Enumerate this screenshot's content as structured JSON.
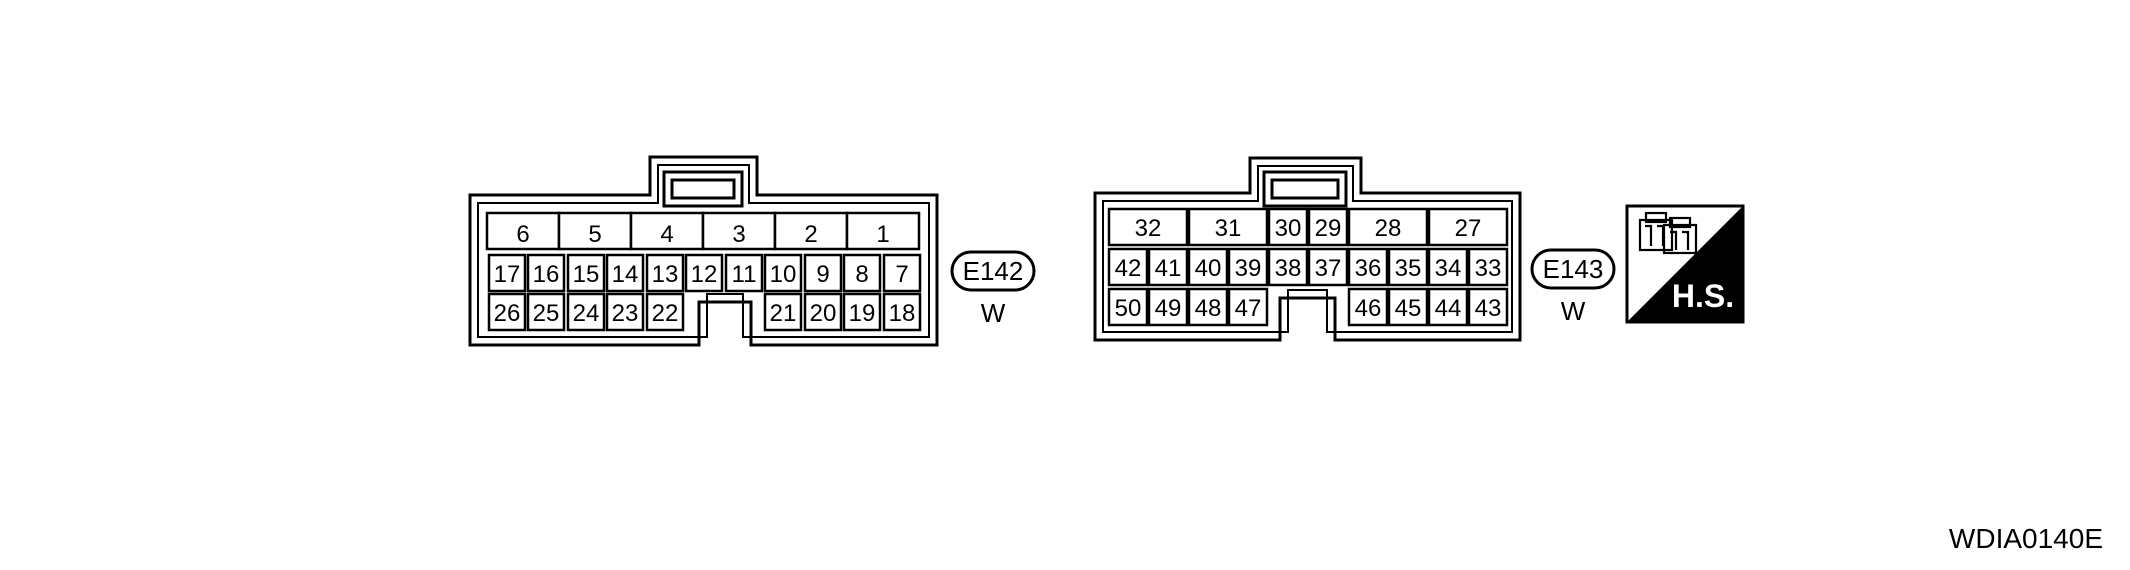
{
  "connectors": [
    {
      "id": "E142",
      "color_code": "W",
      "rows": [
        [
          "6",
          "5",
          "4",
          "3",
          "2",
          "1"
        ],
        [
          "17",
          "16",
          "15",
          "14",
          "13",
          "12",
          "11",
          "10",
          "9",
          "8",
          "7"
        ],
        [
          "26",
          "25",
          "24",
          "23",
          "22",
          "21",
          "20",
          "19",
          "18"
        ]
      ]
    },
    {
      "id": "E143",
      "color_code": "W",
      "rows": [
        [
          "32",
          "31",
          "30",
          "29",
          "28",
          "27"
        ],
        [
          "42",
          "41",
          "40",
          "39",
          "38",
          "37",
          "36",
          "35",
          "34",
          "33"
        ],
        [
          "50",
          "49",
          "48",
          "47",
          "46",
          "45",
          "44",
          "43"
        ]
      ]
    }
  ],
  "harness_symbol": {
    "icon": "harness-side-connector-icon",
    "text": "H.S."
  },
  "figure_ref": "WDIA0140E"
}
